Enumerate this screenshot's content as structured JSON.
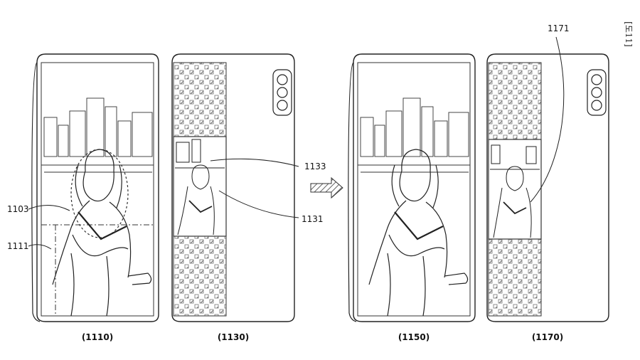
{
  "page_marker": "[도11]",
  "frames": [
    {
      "caption": "(1110)"
    },
    {
      "caption": "(1130)"
    },
    {
      "caption": "(1150)"
    },
    {
      "caption": "(1170)"
    }
  ],
  "reference_labels": {
    "label_1103": "1103",
    "label_1111": "1111",
    "label_1133": "1133",
    "label_1131": "1131",
    "label_1171": "1171"
  },
  "colors": {
    "line": "#222222",
    "hatch": "#666666",
    "background": "#ffffff"
  }
}
